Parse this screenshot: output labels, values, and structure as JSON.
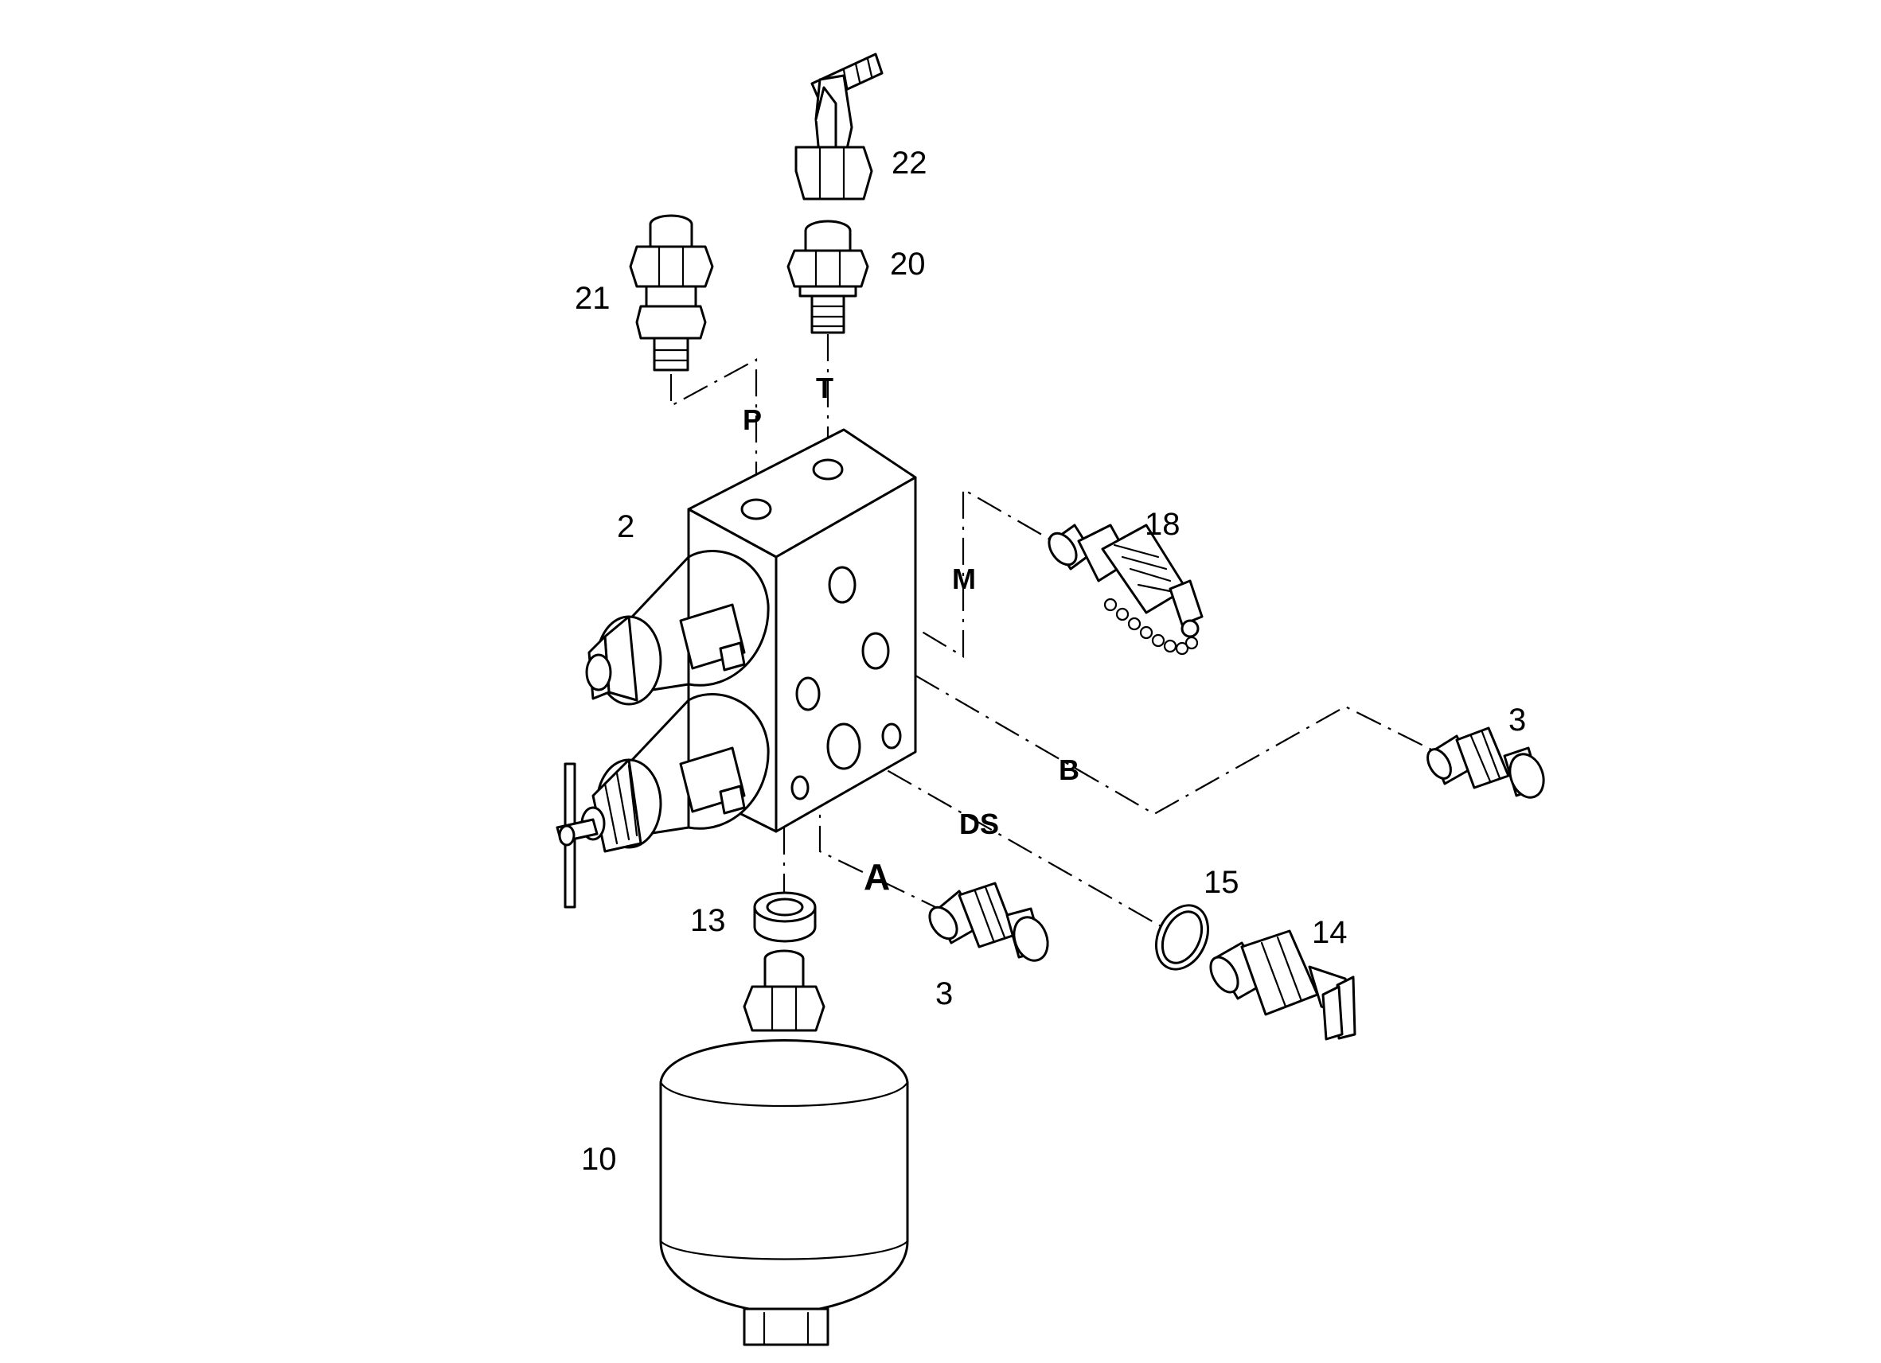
{
  "callouts": {
    "c22": "22",
    "c20": "20",
    "c21": "21",
    "c2": "2",
    "c18": "18",
    "c3_right": "3",
    "c15": "15",
    "c14": "14",
    "c13": "13",
    "c3_lower": "3",
    "c10": "10"
  },
  "ports": {
    "p": "P",
    "t": "T",
    "m": "M",
    "b": "B",
    "ds": "DS",
    "a": "A"
  }
}
